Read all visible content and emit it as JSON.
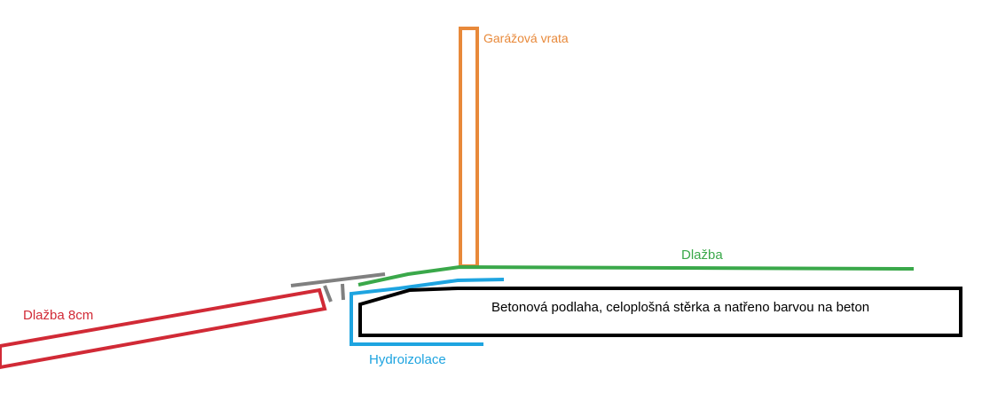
{
  "labels": {
    "garage_door": "Garážová vrata",
    "paving": "Dlažba",
    "paving_8cm": "Dlažba 8cm",
    "concrete_floor": "Betonová podlaha, celoplošná stěrka a natřeno barvou na beton",
    "waterproofing": "Hydroizolace"
  },
  "colors": {
    "garage_door": "#e8893a",
    "paving": "#3aa84a",
    "paving_8cm": "#d12a36",
    "concrete_floor": "#000000",
    "waterproofing": "#1ea4e0",
    "drain": "#808080"
  }
}
